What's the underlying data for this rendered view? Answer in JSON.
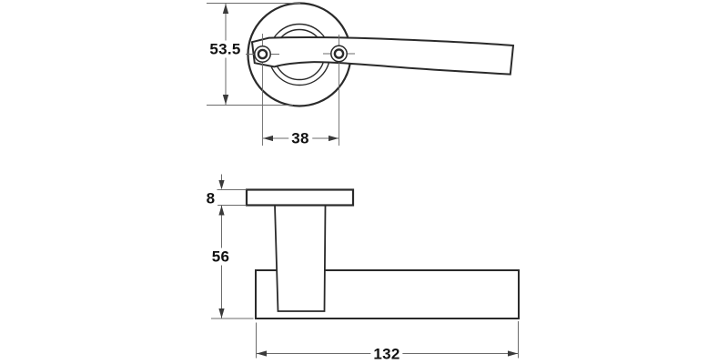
{
  "diagram": {
    "dimensions": {
      "rose_diameter": "53.5",
      "screw_centers": "38",
      "rose_depth": "8",
      "handle_projection": "56",
      "handle_length": "132"
    },
    "colors": {
      "line": "#2a2a2a",
      "dim": "#6b6b6b",
      "bg": "#ffffff",
      "text": "#111111"
    }
  }
}
